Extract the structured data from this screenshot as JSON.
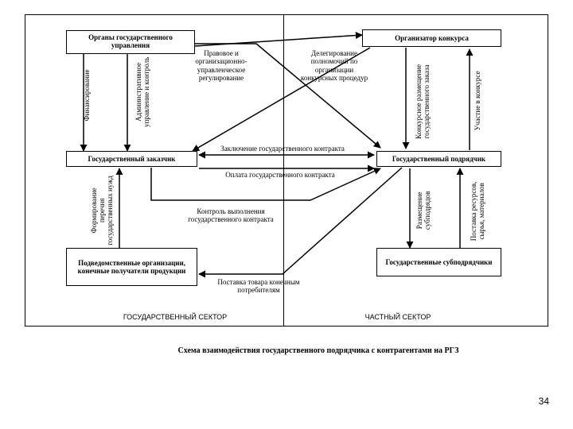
{
  "boxes": {
    "gov_bodies": "Органы государственного управления",
    "contest_organizer": "Организатор конкурса",
    "state_customer": "Государственный заказчик",
    "state_contractor": "Государственный подрядчик",
    "subordinate_orgs": "Подведомственные организации, конечные получатели продукции",
    "state_subcontractors": "Государственные субподрядчики"
  },
  "labels": {
    "legal_regulation": "Правовое и организационно-управленческое регулирование",
    "delegation": "Делегирование полномочий по организации конкурсных процедур",
    "financing": "Финансирование",
    "admin_control": "Административное управление и контроль",
    "contest_placement": "Конкурсное размещение государственного заказа",
    "contest_participation": "Участие в конкурсе",
    "contract_conclusion": "Заключение государственного контракта",
    "contract_payment": "Оплата государственного контракта",
    "forming_list": "Формирование перечня государственных нужд",
    "execution_control": "Контроль выполнения государственного контракта",
    "sub_placement": "Размещение субподрядов",
    "resources_supply": "Поставка ресурсов, сырья, материалов",
    "goods_delivery": "Поставка товара конечным потребителям"
  },
  "sectors": {
    "public": "ГОСУДАРСТВЕННЫЙ СЕКТОР",
    "private": "ЧАСТНЫЙ СЕКТОР"
  },
  "caption": "Схема взаимодействия государственного подрядчика с контрагентами на РГЗ",
  "page_number": "34"
}
